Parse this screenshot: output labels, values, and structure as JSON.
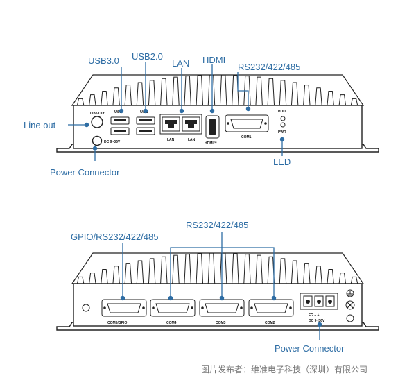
{
  "top_panel": {
    "callouts": {
      "usb30": "USB3.0",
      "usb20": "USB2.0",
      "lan": "LAN",
      "hdmi": "HDMI",
      "rs232": "RS232/422/485",
      "line_out": "Line out",
      "power_connector": "Power Connector",
      "led": "LED"
    },
    "port_labels": {
      "line_out": "Line-Out",
      "usb_a": "USB",
      "usb_b": "USB",
      "dc": "DC 9~36V",
      "lan_a": "LAN",
      "lan_b": "LAN",
      "hdmi": "HDMI™",
      "com1": "COM1",
      "hdd": "HDD",
      "pwr": "PWR"
    }
  },
  "bottom_panel": {
    "callouts": {
      "gpio": "GPIO/RS232/422/485",
      "rs232": "RS232/422/485",
      "power_connector": "Power Connector"
    },
    "port_labels": {
      "com5": "COM5/GPIO",
      "com4": "COM4",
      "com3": "COM3",
      "com2": "COM2",
      "fg_terms": "FG  –  +",
      "dc": "DC 9~36V"
    }
  },
  "watermark": "图片发布者：维准电子科技（深圳）有限公司"
}
